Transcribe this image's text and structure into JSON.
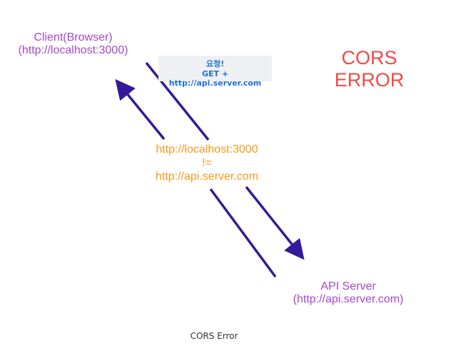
{
  "client": {
    "name": "Client(Browser)",
    "origin": "(http://localhost:3000)"
  },
  "server": {
    "name": "API Server",
    "origin": "(http://api.server.com)"
  },
  "request_note": {
    "title": "요청!",
    "detail": "GET + http://api.server.com"
  },
  "error_label": {
    "line1": "CORS",
    "line2": "ERROR"
  },
  "mismatch": {
    "left": "http://localhost:3000",
    "op": "!=",
    "right": "http://api.server.com"
  },
  "caption": "CORS Error",
  "colors": {
    "arrow": "#35199a",
    "node_text": "#a646cf",
    "error_text": "#f04a45",
    "mismatch_text": "#f79a17",
    "note_text": "#1f6fd1",
    "note_bg": "#eef0f4"
  },
  "arrows": [
    {
      "name": "request-arrow",
      "from": "client",
      "to": "server"
    },
    {
      "name": "response-arrow",
      "from": "server",
      "to": "client"
    }
  ]
}
